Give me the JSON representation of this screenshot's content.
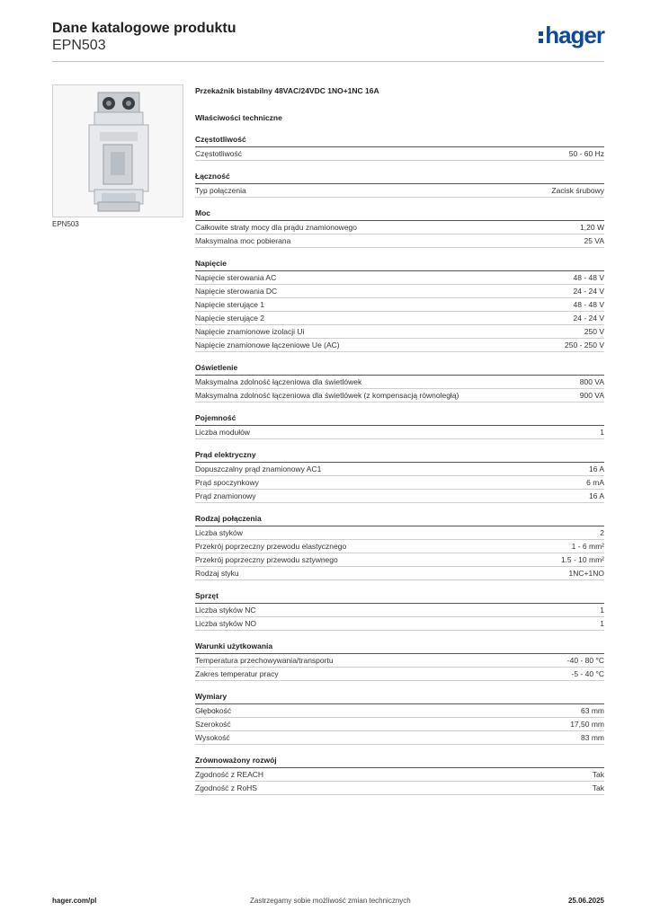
{
  "header": {
    "title": "Dane katalogowe produktu",
    "product_code": "EPN503",
    "brand": "hager"
  },
  "image_caption": "EPN503",
  "product_description": "Przekaźnik bistabilny 48VAC/24VDC 1NO+1NC 16A",
  "tech_title": "Właściwości techniczne",
  "sections": [
    {
      "title": "Częstotliwość",
      "rows": [
        {
          "label": "Częstotliwość",
          "value": "50 - 60 Hz"
        }
      ]
    },
    {
      "title": "Łączność",
      "rows": [
        {
          "label": "Typ połączenia",
          "value": "Zacisk śrubowy"
        }
      ]
    },
    {
      "title": "Moc",
      "rows": [
        {
          "label": "Całkowite straty mocy dla prądu znamionowego",
          "value": "1,20 W"
        },
        {
          "label": "Maksymalna moc pobierana",
          "value": "25 VA"
        }
      ]
    },
    {
      "title": "Napięcie",
      "rows": [
        {
          "label": "Napięcie sterowania AC",
          "value": "48 - 48 V"
        },
        {
          "label": "Napięcie sterowania DC",
          "value": "24 - 24 V"
        },
        {
          "label": "Napięcie sterujące 1",
          "value": "48 - 48 V"
        },
        {
          "label": "Napięcie sterujące 2",
          "value": "24 - 24 V"
        },
        {
          "label": "Napięcie znamionowe izolacji Ui",
          "value": "250 V"
        },
        {
          "label": "Napięcie znamionowe łączeniowe Ue (AC)",
          "value": "250 - 250 V"
        }
      ]
    },
    {
      "title": "Oświetlenie",
      "rows": [
        {
          "label": "Maksymalna zdolność łączeniowa dla świetlówek",
          "value": "800 VA"
        },
        {
          "label": "Maksymalna zdolność łączeniowa dla świetlówek (z kompensacją równoległą)",
          "value": "900 VA"
        }
      ]
    },
    {
      "title": "Pojemność",
      "rows": [
        {
          "label": "Liczba modułów",
          "value": "1"
        }
      ]
    },
    {
      "title": "Prąd elektryczny",
      "rows": [
        {
          "label": "Dopuszczalny prąd znamionowy AC1",
          "value": "16 A"
        },
        {
          "label": "Prąd spoczynkowy",
          "value": "6 mA"
        },
        {
          "label": "Prąd znamionowy",
          "value": "16 A"
        }
      ]
    },
    {
      "title": "Rodzaj połączenia",
      "rows": [
        {
          "label": "Liczba styków",
          "value": "2"
        },
        {
          "label": "Przekrój poprzeczny przewodu elastycznego",
          "value": "1 - 6 mm²"
        },
        {
          "label": "Przekrój poprzeczny przewodu sztywnego",
          "value": "1.5 - 10 mm²"
        },
        {
          "label": "Rodzaj styku",
          "value": "1NC+1NO"
        }
      ]
    },
    {
      "title": "Sprzęt",
      "rows": [
        {
          "label": "Liczba styków NC",
          "value": "1"
        },
        {
          "label": "Liczba styków NO",
          "value": "1"
        }
      ]
    },
    {
      "title": "Warunki użytkowania",
      "rows": [
        {
          "label": "Temperatura przechowywania/transportu",
          "value": "-40 - 80 °C"
        },
        {
          "label": "Zakres temperatur pracy",
          "value": "-5 - 40 °C"
        }
      ]
    },
    {
      "title": "Wymiary",
      "rows": [
        {
          "label": "Głębokość",
          "value": "63 mm"
        },
        {
          "label": "Szerokość",
          "value": "17,50 mm"
        },
        {
          "label": "Wysokość",
          "value": "83 mm"
        }
      ]
    },
    {
      "title": "Zrównoważony rozwój",
      "rows": [
        {
          "label": "Zgodność z REACH",
          "value": "Tak"
        },
        {
          "label": "Zgodność z RoHS",
          "value": "Tak"
        }
      ]
    }
  ],
  "footer": {
    "website": "hager.com/pl",
    "disclaimer": "Zastrzegamy sobie możliwość zmian technicznych",
    "date": "25.06.2025"
  }
}
